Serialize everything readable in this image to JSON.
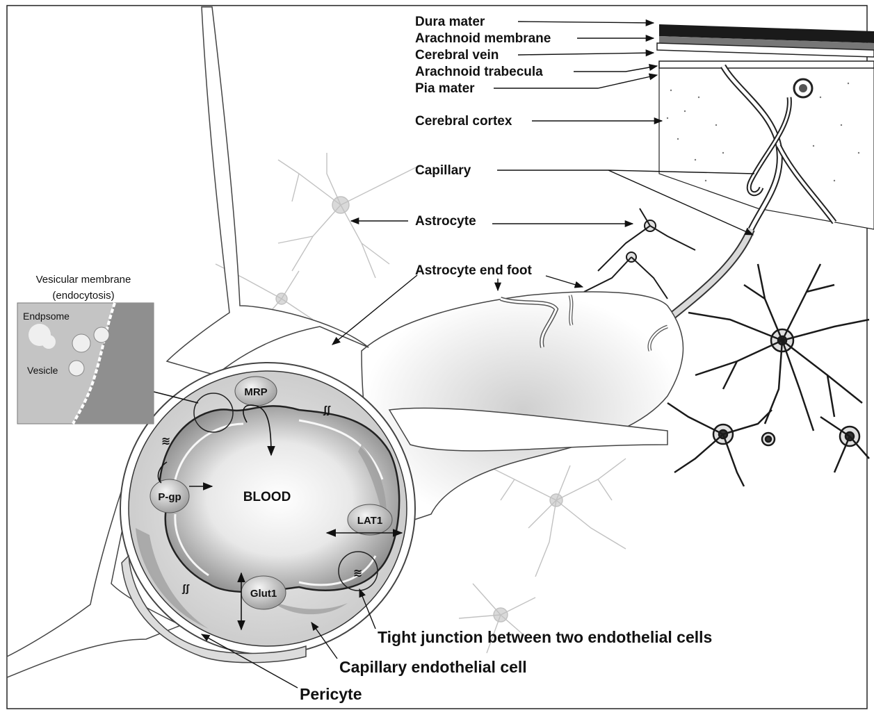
{
  "labels": {
    "dura_mater": "Dura mater",
    "arachnoid_membrane": "Arachnoid membrane",
    "cerebral_vein": "Cerebral vein",
    "arachnoid_trabecula": "Arachnoid trabecula",
    "pia_mater": "Pia mater",
    "cerebral_cortex": "Cerebral cortex",
    "capillary": "Capillary",
    "astrocyte": "Astrocyte",
    "astrocyte_end_foot": "Astrocyte end foot",
    "vesicular_membrane_line1": "Vesicular membrane",
    "vesicular_membrane_line2": "(endocytosis)",
    "endosome": "Endpsome",
    "vesicle": "Vesicle",
    "blood": "BLOOD",
    "mrp": "MRP",
    "pgp": "P-gp",
    "lat1": "LAT1",
    "glut1": "Glut1",
    "tight_junction": "Tight junction between two endothelial cells",
    "capillary_endothelial_cell": "Capillary endothelial cell",
    "pericyte": "Pericyte"
  },
  "colors": {
    "border": "#222222",
    "light_gray": "#e6e6e6",
    "mid_gray": "#bdbdbd",
    "dark_gray": "#8a8a8a",
    "inset_bg": "#b5b5b5"
  }
}
